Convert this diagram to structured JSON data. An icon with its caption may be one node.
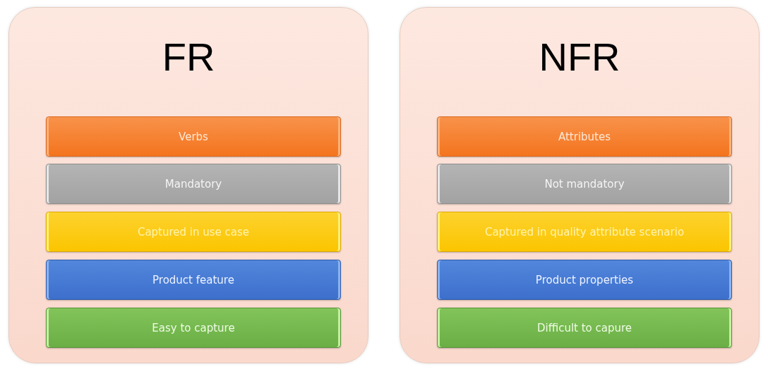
{
  "diagram": {
    "nodes": [
      {
        "text": [
          "FR"
        ]
      },
      {
        "text": [
          "Verbs"
        ],
        "in": 0
      },
      {
        "text": [
          "Mandatory"
        ],
        "in": 0
      },
      {
        "text": [
          "Captured in use case"
        ],
        "in": 0
      },
      {
        "text": [
          "Product feature"
        ],
        "in": 0
      },
      {
        "text": [
          "Easy to capture"
        ],
        "in": 0
      },
      {
        "text": [
          "NFR"
        ]
      },
      {
        "text": [
          "Attributes"
        ],
        "in": 6
      },
      {
        "text": [
          "Not mandatory"
        ],
        "in": 6
      },
      {
        "text": [
          "Captured in quality attribute scenario"
        ],
        "in": 6
      },
      {
        "text": [
          "Product properties"
        ],
        "in": 6
      },
      {
        "text": [
          "Difficult to capure"
        ],
        "in": 6
      }
    ]
  }
}
